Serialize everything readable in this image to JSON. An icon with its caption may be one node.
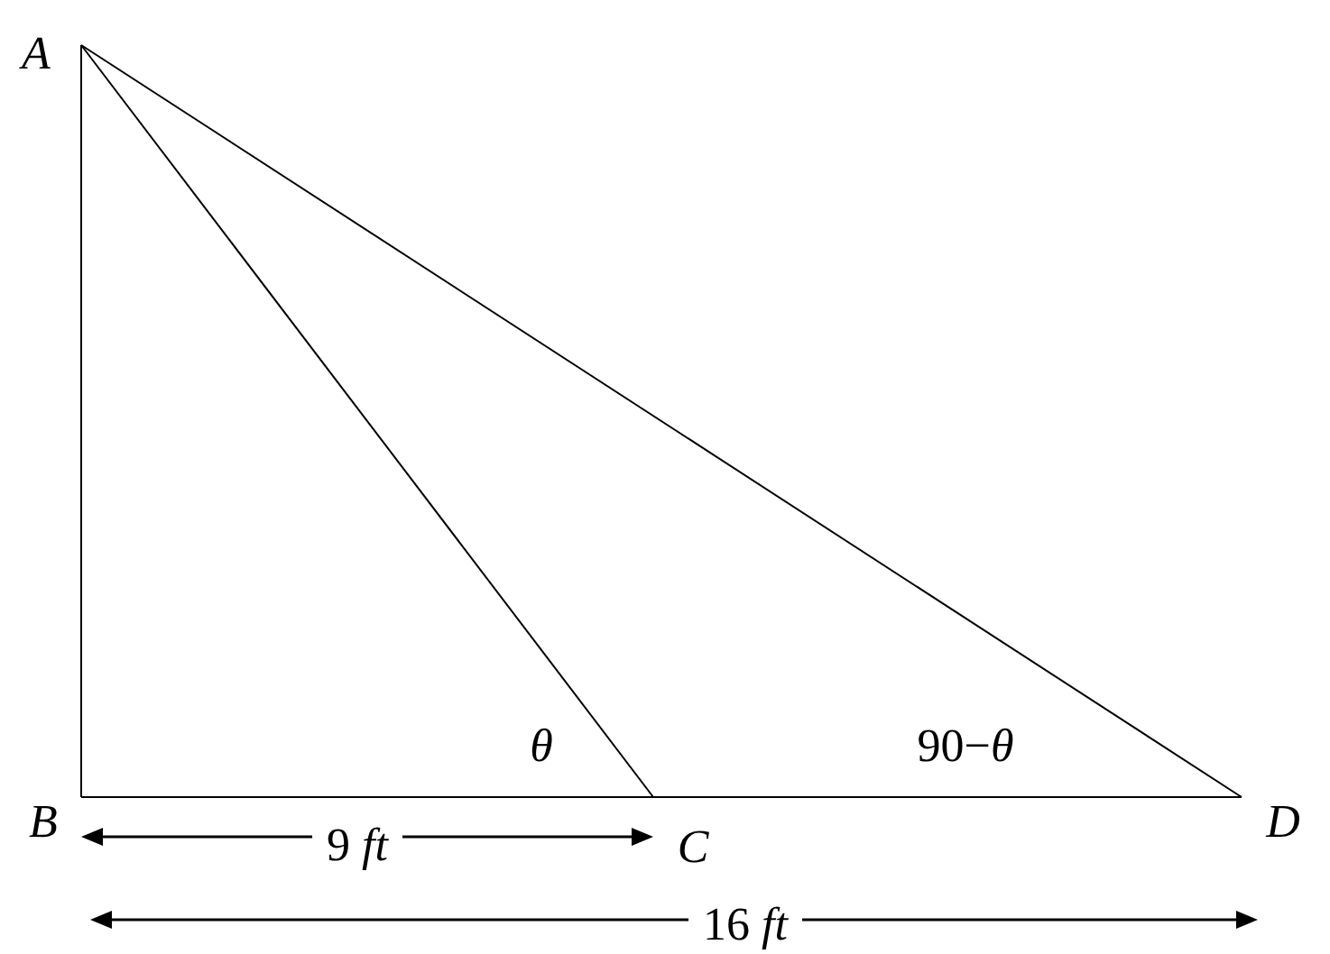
{
  "diagram": {
    "labels": [
      "A",
      "B",
      "C",
      "D",
      "θ",
      "90−*θ*",
      "9 *ft*",
      "16 *ft*"
    ]
  }
}
